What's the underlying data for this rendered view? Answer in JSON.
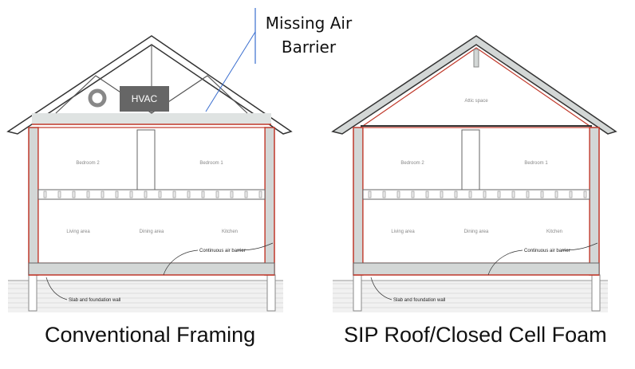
{
  "left": {
    "caption": "Conventional Framing",
    "callout": [
      "Missing Air",
      "Barrier"
    ],
    "hvac_label": "HVAC",
    "rooms": {
      "bedroom2": "Bedroom 2",
      "bedroom1": "Bedroom 1",
      "living": "Living area",
      "dining": "Dining area",
      "kitchen": "Kitchen"
    },
    "air_barrier": "Continuous air barrier",
    "slab": "Slab and foundation wall"
  },
  "right": {
    "caption": "SIP Roof/Closed Cell Foam",
    "attic": "Attic space",
    "rooms": {
      "bedroom2": "Bedroom 2",
      "bedroom1": "Bedroom 1",
      "living": "Living area",
      "dining": "Dining area",
      "kitchen": "Kitchen"
    },
    "air_barrier": "Continuous air barrier",
    "slab": "Slab and foundation wall"
  },
  "colors": {
    "air_barrier": "#c0392b",
    "insulation": "#d3d7d6",
    "hvac": "#666666"
  }
}
